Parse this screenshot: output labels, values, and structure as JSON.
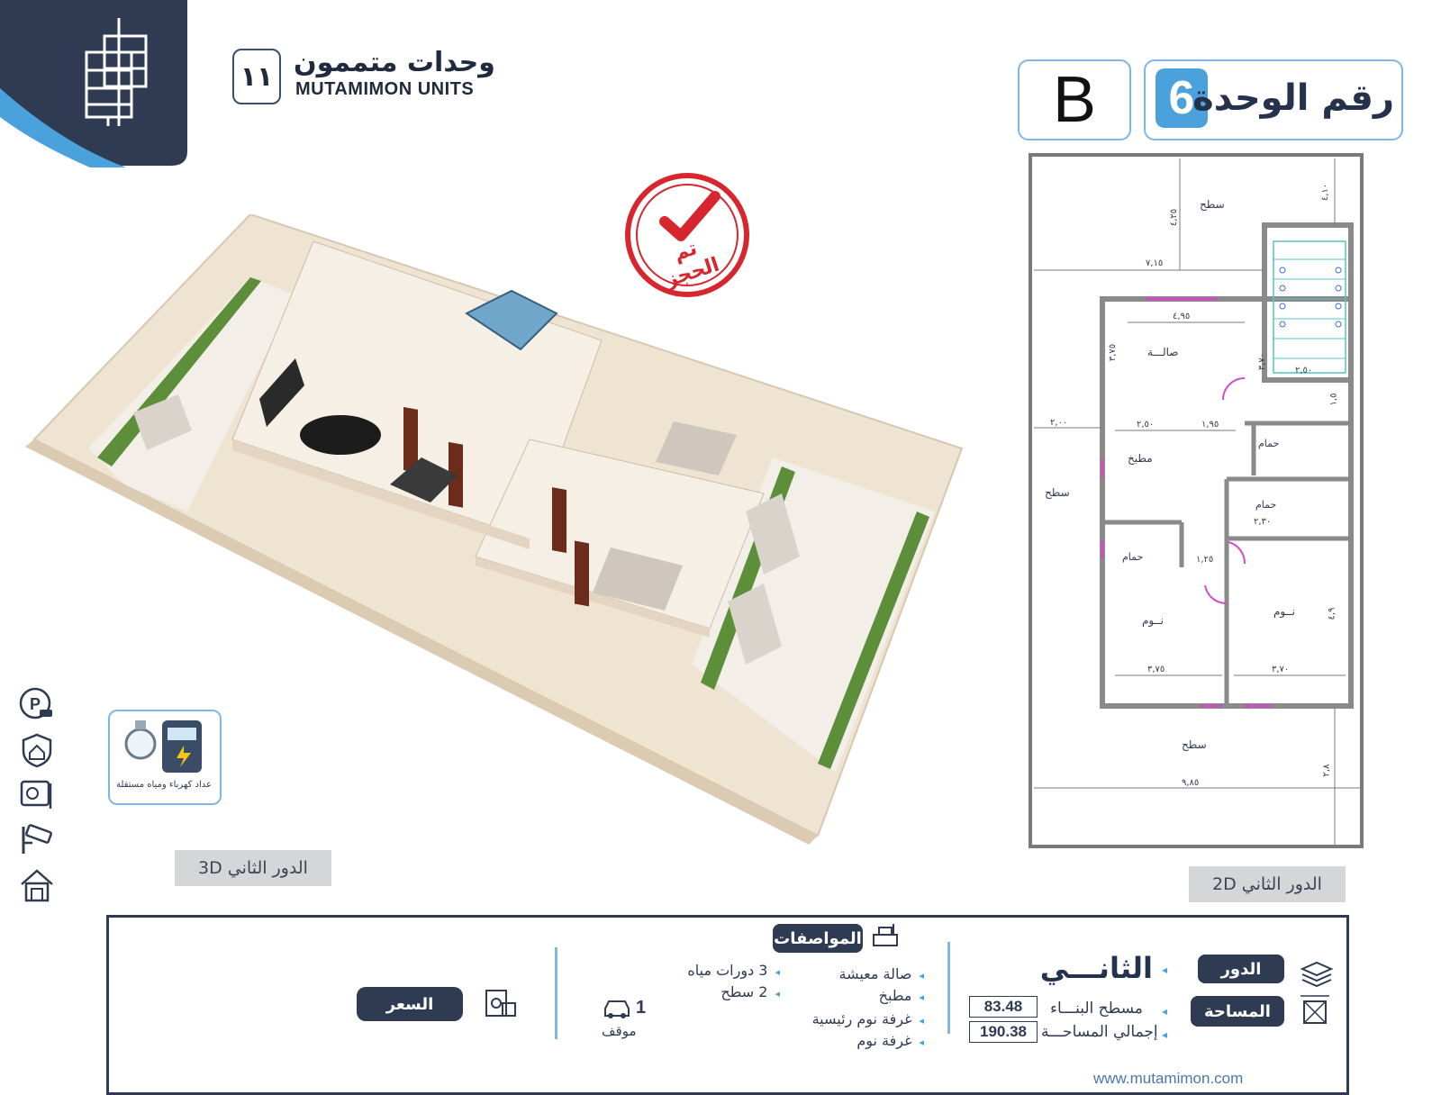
{
  "brand": {
    "number": "١١",
    "name_ar": "وحدات متممون",
    "name_en": "MUTAMIMON UNITS"
  },
  "unit": {
    "label": "رقم الوحدة",
    "number": "6",
    "letter": "B"
  },
  "stamp": {
    "text": "تم الحجز"
  },
  "captions": {
    "plan_3d": "الدور الثاني 3D",
    "plan_2d": "الدور الثاني 2D"
  },
  "meter": {
    "label": "عداد كهرباء ومياه مستقلة"
  },
  "plan_labels": {
    "roof_top": "سطح",
    "roof_left": "سطح",
    "roof_bottom": "سطح",
    "hall": "صالـــة",
    "kitchen": "مطبخ",
    "bath1": "حمام",
    "bath2": "حمام",
    "bath3": "حمام",
    "bed1": "نــوم",
    "bed2": "نــوم",
    "dims": [
      "٧,١٥",
      "٤,٢٥",
      "٤,٩٥",
      "٣,٧٥",
      "٢,٥٠",
      "١,٩٥",
      "٣,٧٥",
      "٣,٧٠",
      "٩,٨٥",
      "٤,١٠",
      "٣,٧٠",
      "٤,٩",
      "٢,٨",
      "٢,٥٠",
      "١,٢٥",
      "١,٥",
      "٢,٣٠",
      "٢,٠٠"
    ]
  },
  "specs": {
    "title": "المواصفات",
    "col1": [
      "صالة معيشة",
      "مطبخ",
      "غرفة نوم رئيسية",
      "غرفة نوم"
    ],
    "col2": [
      "3 دورات مياه",
      "2 سطح"
    ]
  },
  "floor": {
    "label": "الدور",
    "value": "الثانـــي"
  },
  "area": {
    "label": "المساحة",
    "build_label": "مسطح البنـــاء",
    "build_value": "83.48",
    "total_label": "إجمالي المساحـــة",
    "total_value": "190.38"
  },
  "parking": {
    "count": "1",
    "label": "موقف"
  },
  "price": {
    "label": "السعر"
  },
  "website": "www.mutamimon.com",
  "colors": {
    "navy": "#2f3b52",
    "accent": "#4aa1db",
    "light_blue": "#7fb7e4"
  }
}
